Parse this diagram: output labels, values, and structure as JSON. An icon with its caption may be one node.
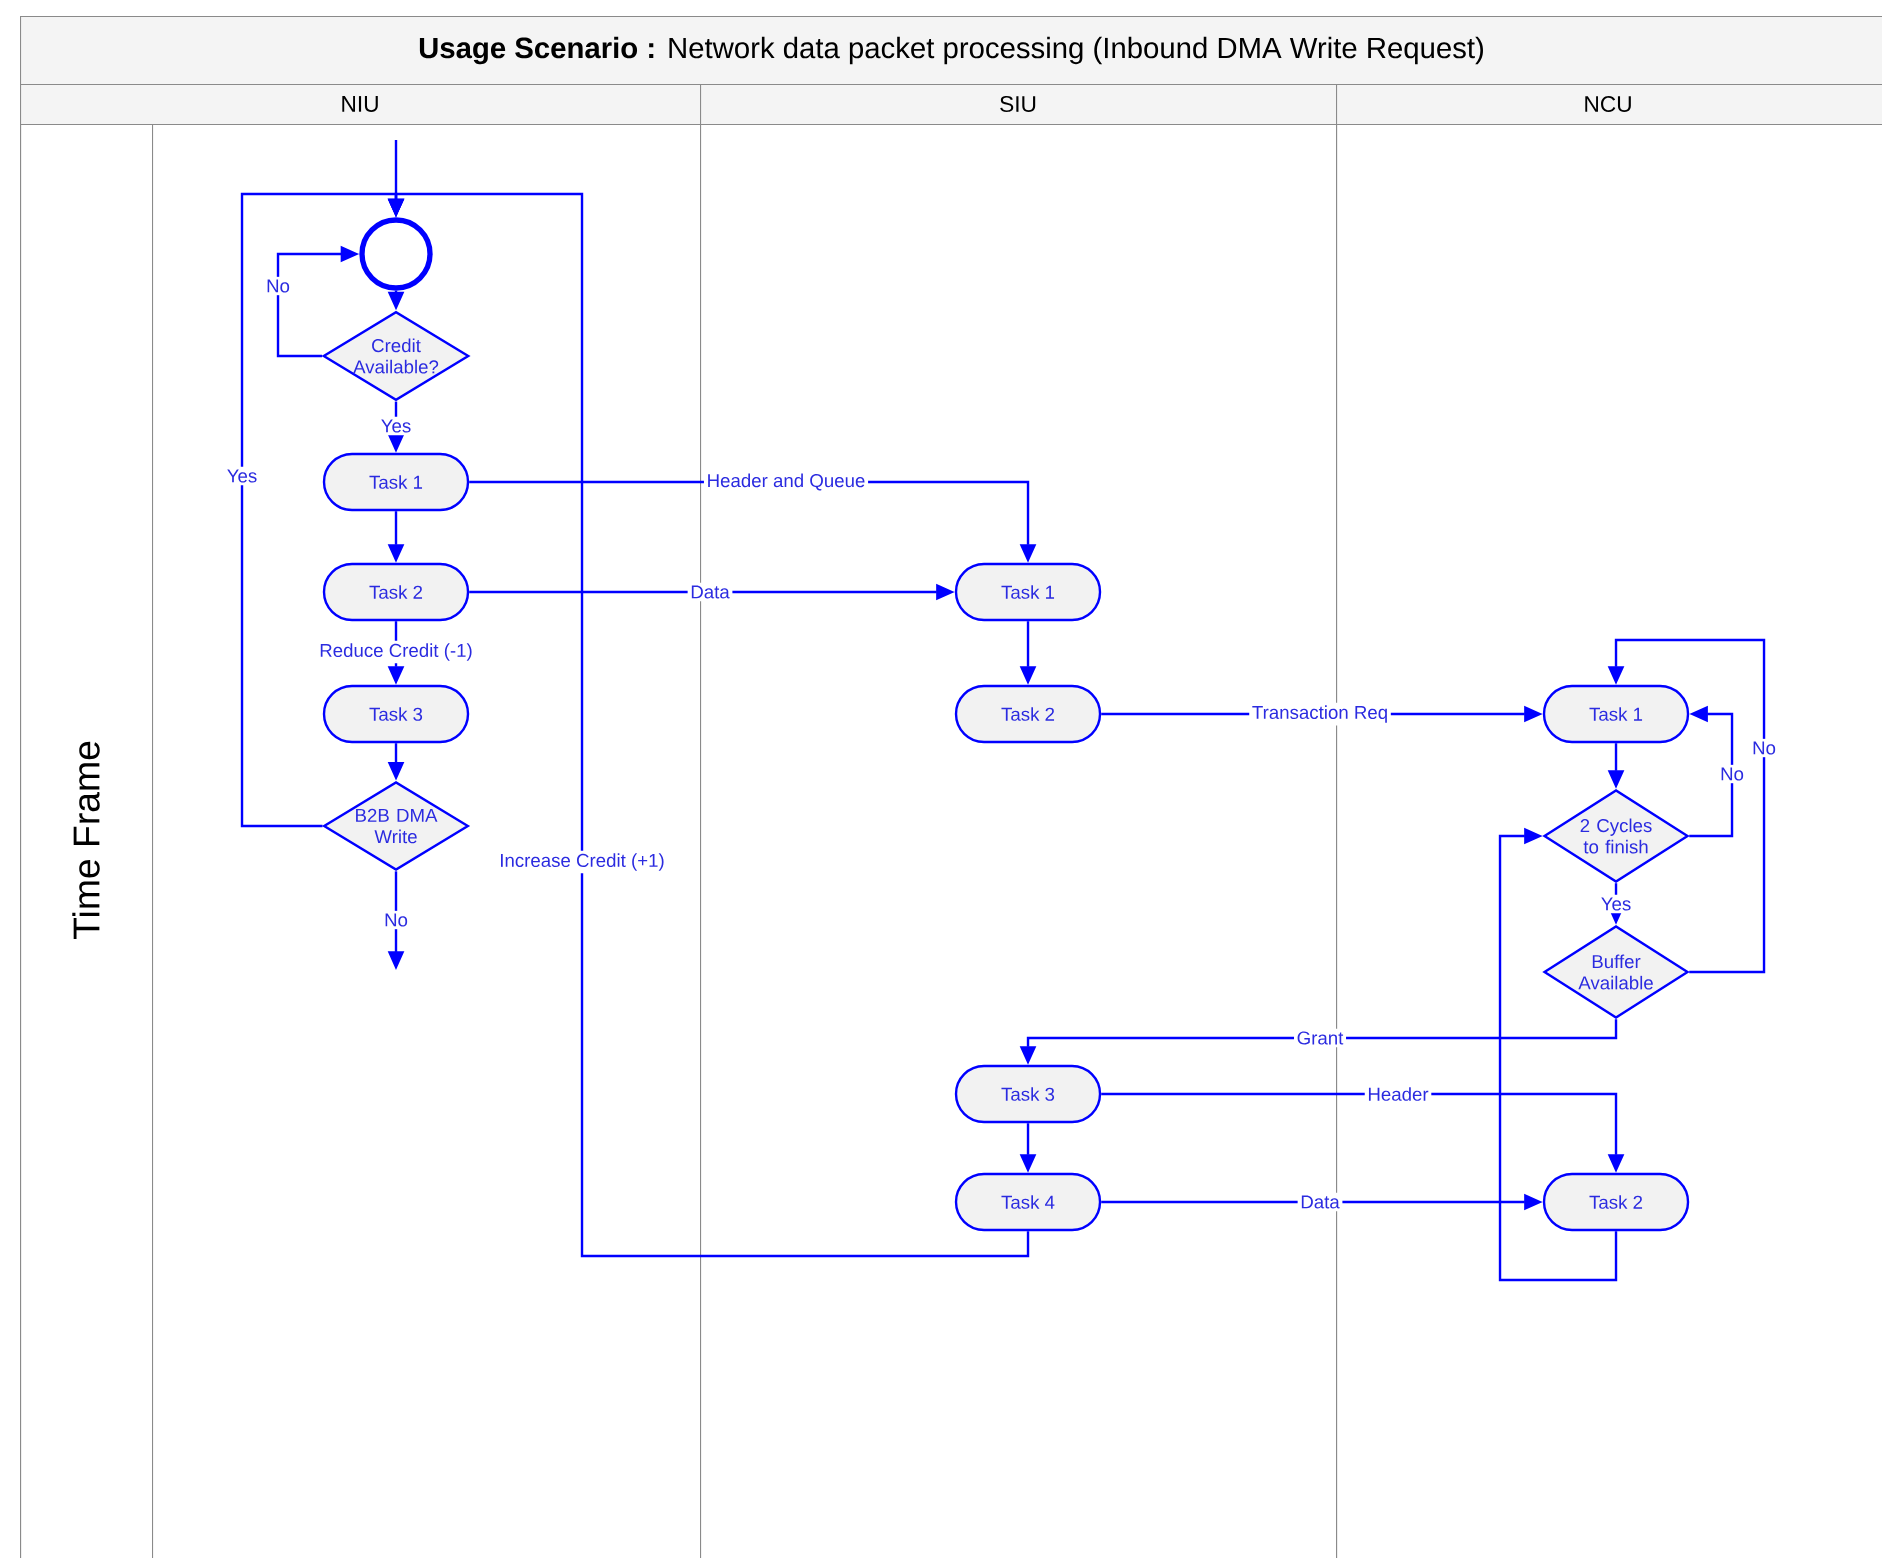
{
  "diagram": {
    "title": "**Usage Scenario :** Network data packet processing (Inbound DMA Write Request)",
    "nodes": [
      {
        "text": [
          "NIU"
        ]
      },
      {
        "text": [
          "SIU"
        ]
      },
      {
        "text": [
          "NCU"
        ]
      },
      {
        "text": [
          "Time Frame"
        ],
        "in": 0
      },
      {
        "text": [],
        "shape": "circle",
        "in": 0
      },
      {
        "text": [
          "Credit Available?"
        ],
        "in": 0
      },
      {
        "text": [
          "Task 1"
        ],
        "in": 0
      },
      {
        "text": [
          "Task 2"
        ],
        "in": 0
      },
      {
        "text": [
          "Task 3"
        ],
        "in": 0
      },
      {
        "text": [
          "B2B DMA Write"
        ],
        "in": 0
      },
      {
        "text": [
          "Task 1"
        ],
        "in": 1
      },
      {
        "text": [
          "Task 2"
        ],
        "in": 1
      },
      {
        "text": [
          "Task 3"
        ],
        "in": 1
      },
      {
        "text": [
          "Task 4"
        ],
        "in": 1
      },
      {
        "text": [
          "Task 1"
        ],
        "in": 2
      },
      {
        "text": [
          "2 Cycles to finish"
        ],
        "in": 2
      },
      {
        "text": [
          "Buffer Available"
        ],
        "in": 2
      },
      {
        "text": [
          "Task 2"
        ],
        "in": 2
      }
    ],
    "edges": [
      {
        "from": null,
        "to": 4,
        "arrow": "to"
      },
      {
        "from": 4,
        "to": 5,
        "arrow": "to"
      },
      {
        "from": 5,
        "to": 4,
        "arrow": "to",
        "label": "No"
      },
      {
        "from": 5,
        "to": 6,
        "arrow": "to",
        "label": "Yes"
      },
      {
        "from": 6,
        "to": 7,
        "arrow": "to"
      },
      {
        "from": 7,
        "to": 8,
        "arrow": "to",
        "label": "Reduce Credit (-1)"
      },
      {
        "from": 8,
        "to": 9,
        "arrow": "to"
      },
      {
        "from": 9,
        "to": 4,
        "arrow": "to",
        "label": "Yes"
      },
      {
        "from": 9,
        "to": null,
        "arrow": "to",
        "label": "No"
      },
      {
        "from": 6,
        "to": 10,
        "arrow": "to",
        "label": "Header and Queue"
      },
      {
        "from": 7,
        "to": 10,
        "arrow": "to",
        "label": "Data"
      },
      {
        "from": 10,
        "to": 11,
        "arrow": "to"
      },
      {
        "from": 11,
        "to": 14,
        "arrow": "to",
        "label": "Transaction Req"
      },
      {
        "from": 14,
        "to": 15,
        "arrow": "to"
      },
      {
        "from": 15,
        "to": 14,
        "arrow": "to",
        "label": "No"
      },
      {
        "from": 15,
        "to": 16,
        "arrow": "to",
        "label": "Yes"
      },
      {
        "from": 16,
        "to": 14,
        "arrow": "to",
        "label": "No"
      },
      {
        "from": 16,
        "to": 12,
        "arrow": "to",
        "label": "Grant"
      },
      {
        "from": 12,
        "to": 13,
        "arrow": "to"
      },
      {
        "from": 12,
        "to": 17,
        "arrow": "to",
        "label": "Header"
      },
      {
        "from": 13,
        "to": 17,
        "arrow": "to",
        "label": "Data"
      },
      {
        "from": 13,
        "to": 4,
        "arrow": "to",
        "label": "Increase Credit (+1)"
      },
      {
        "from": 17,
        "to": 15,
        "arrow": "to"
      }
    ]
  }
}
